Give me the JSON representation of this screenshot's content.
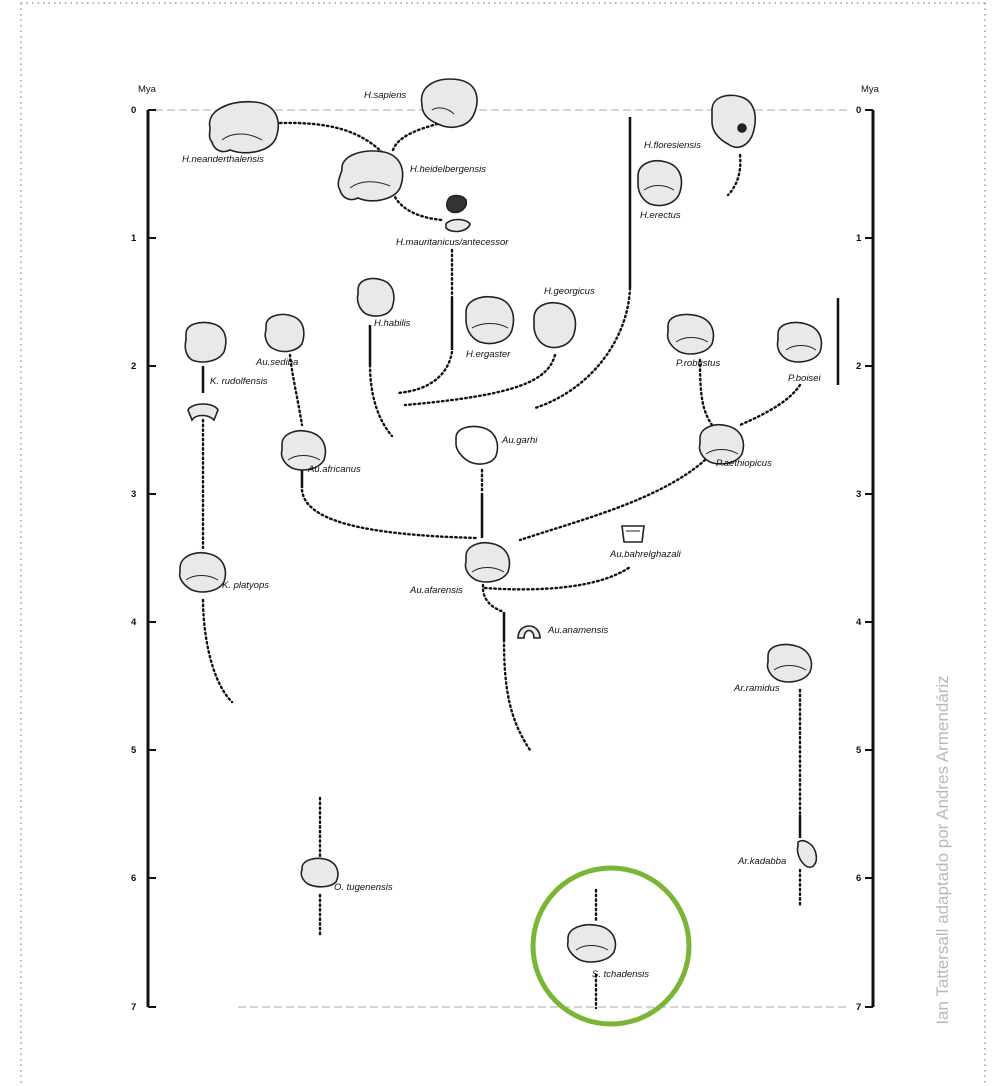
{
  "axis": {
    "unit_label": "Mya",
    "ticks": [
      "0",
      "1",
      "2",
      "3",
      "4",
      "5",
      "6",
      "7"
    ]
  },
  "species": [
    {
      "key": "h_sapiens",
      "label": "H.sapiens"
    },
    {
      "key": "h_neanderthalensis",
      "label": "H.neanderthalensis"
    },
    {
      "key": "h_heidelbergensis",
      "label": "H.heidelbergensis"
    },
    {
      "key": "h_mauritanicus",
      "label": "H.mauritanicus/antecessor"
    },
    {
      "key": "h_floresiensis",
      "label": "H.floresiensis"
    },
    {
      "key": "h_erectus",
      "label": "H.erectus"
    },
    {
      "key": "h_habilis",
      "label": "H.habilis"
    },
    {
      "key": "h_ergaster",
      "label": "H.ergaster"
    },
    {
      "key": "h_georgicus",
      "label": "H.georgicus"
    },
    {
      "key": "k_rudolfensis",
      "label": "K. rudolfensis"
    },
    {
      "key": "au_sediba",
      "label": "Au.sediba"
    },
    {
      "key": "au_africanus",
      "label": "Au.africanus"
    },
    {
      "key": "au_garhi",
      "label": "Au.garhi"
    },
    {
      "key": "p_robustus",
      "label": "P.robustus"
    },
    {
      "key": "p_boisei",
      "label": "P.boisei"
    },
    {
      "key": "p_aethiopicus",
      "label": "P.aethiopicus"
    },
    {
      "key": "k_platyops",
      "label": "K. platyops"
    },
    {
      "key": "au_bahrelghazali",
      "label": "Au.bahrelghazali"
    },
    {
      "key": "au_afarensis",
      "label": "Au.afarensis"
    },
    {
      "key": "au_anamensis",
      "label": "Au.anamensis"
    },
    {
      "key": "ar_ramidus",
      "label": "Ar.ramidus"
    },
    {
      "key": "ar_kadabba",
      "label": "Ar.kadabba"
    },
    {
      "key": "o_tugenensis",
      "label": "O. tugenensis"
    },
    {
      "key": "s_tchadensis",
      "label": "S. tchadensis"
    }
  ],
  "credit": "Ian Tattersall adaptado por Andres Armendáriz",
  "colors": {
    "highlight_circle": "#7ab535",
    "frame_dots": "#9a9a9a",
    "credit_text": "#b9b9b9"
  }
}
